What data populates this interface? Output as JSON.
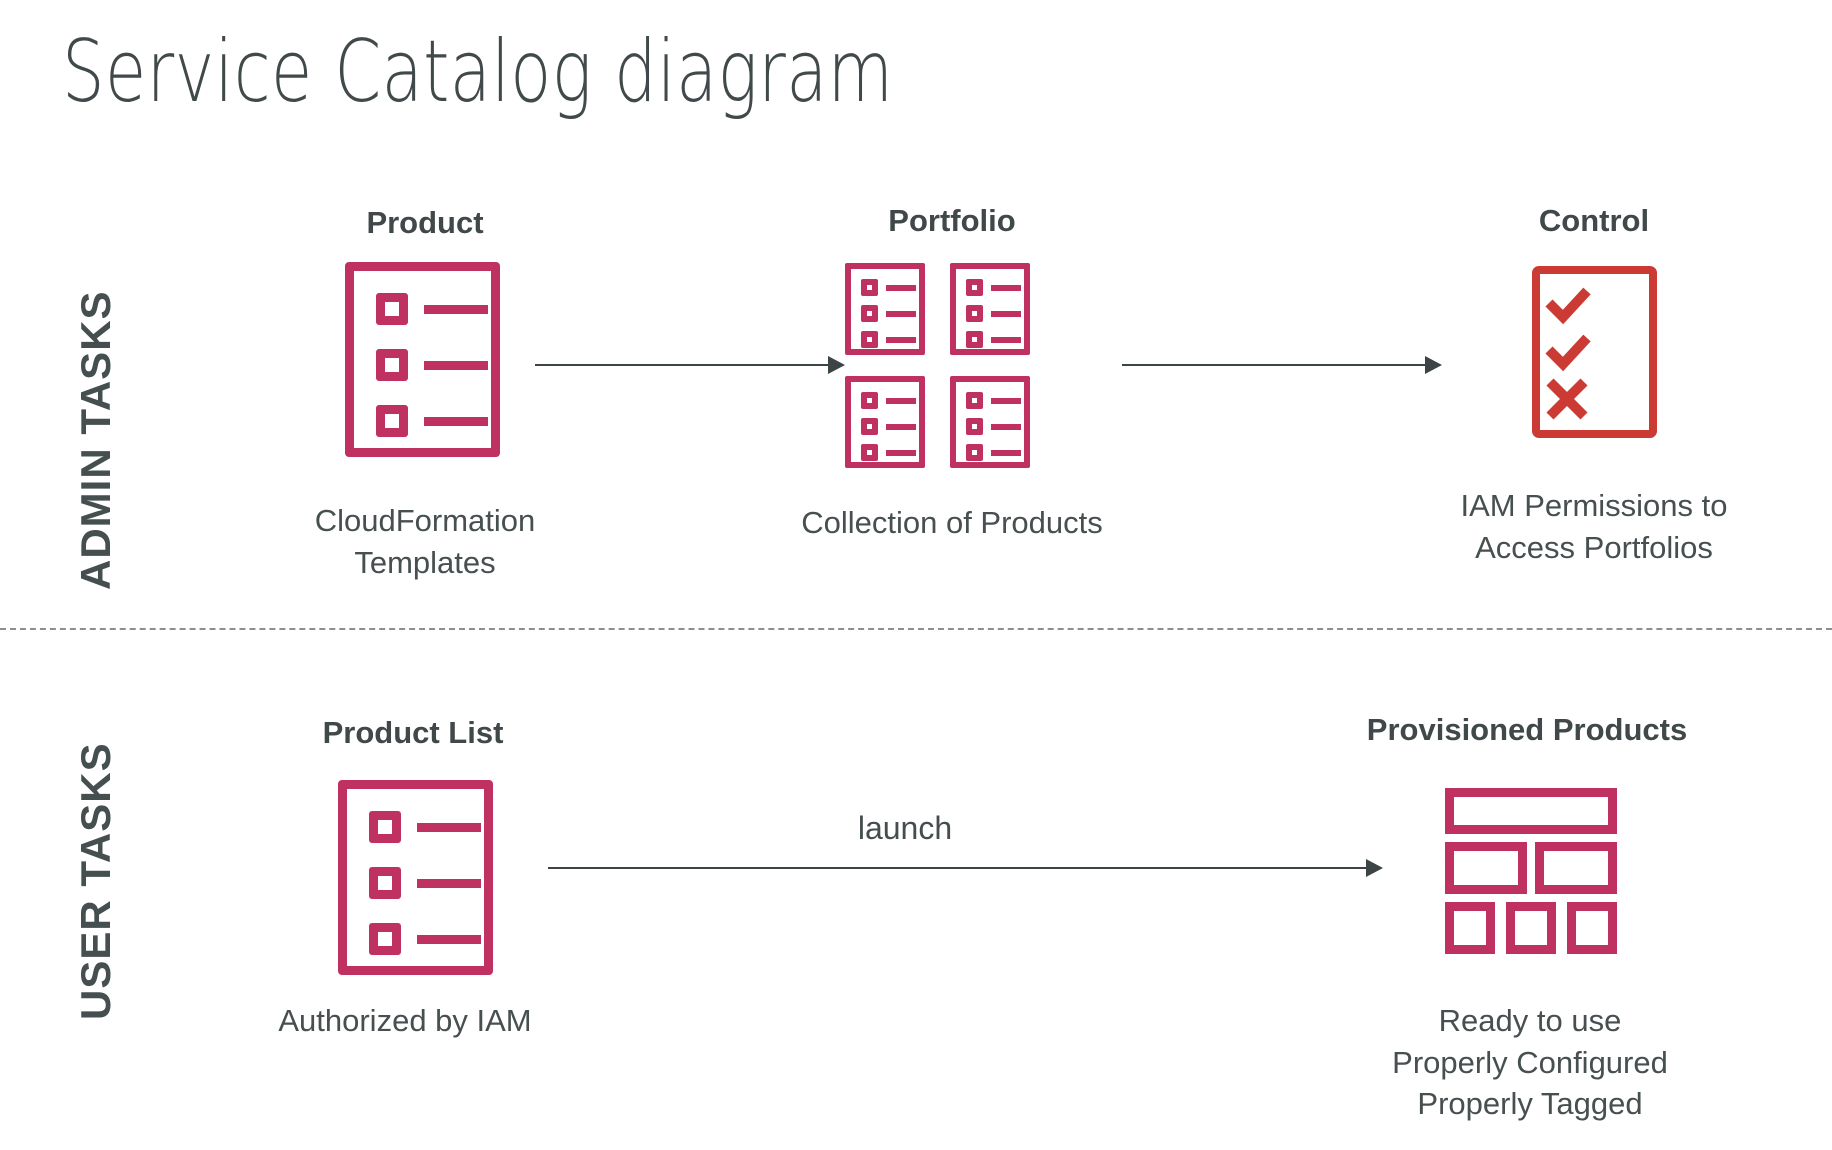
{
  "title": "Service Catalog diagram",
  "colors": {
    "product_pink": "#bf3160",
    "control_red": "#cb3a33",
    "text_dark": "#414b4b",
    "divider": "#8b8f90",
    "arrow": "#3c4446",
    "background": "#ffffff"
  },
  "bands": [
    {
      "id": "admin",
      "label": "ADMIN TASKS"
    },
    {
      "id": "user",
      "label": "USER TASKS"
    }
  ],
  "divider": {
    "style": "dashed"
  },
  "admin_row": {
    "nodes": [
      {
        "id": "product",
        "title": "Product",
        "icon": "product-list-icon",
        "caption_lines": [
          "CloudFormation",
          "Templates"
        ]
      },
      {
        "id": "portfolio",
        "title": "Portfolio",
        "icon": "portfolio-grid-icon",
        "caption_lines": [
          "Collection of Products"
        ]
      },
      {
        "id": "control",
        "title": "Control",
        "icon": "control-checklist-icon",
        "caption_lines": [
          "IAM Permissions to",
          "Access Portfolios"
        ]
      }
    ],
    "arrows": [
      {
        "id": "product-to-portfolio",
        "label": ""
      },
      {
        "id": "portfolio-to-control",
        "label": ""
      }
    ]
  },
  "user_row": {
    "nodes": [
      {
        "id": "product-list",
        "title": "Product List",
        "icon": "product-list-icon",
        "caption_lines": [
          "Authorized by IAM"
        ]
      },
      {
        "id": "provisioned-products",
        "title": "Provisioned Products",
        "icon": "provisioned-products-icon",
        "caption_lines": [
          "Ready to use",
          "Properly Configured",
          "Properly Tagged"
        ]
      }
    ],
    "arrows": [
      {
        "id": "launch-arrow",
        "label": "launch"
      }
    ]
  }
}
